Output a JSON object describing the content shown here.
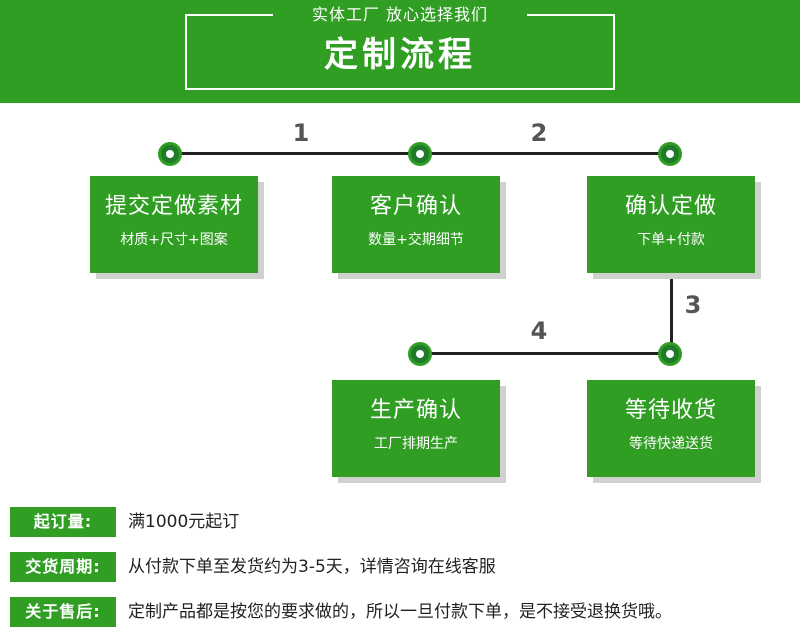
{
  "header": {
    "subtitle": "实体工厂  放心选择我们",
    "title": "定制流程"
  },
  "step_numbers": [
    "1",
    "2",
    "3",
    "4"
  ],
  "steps": [
    {
      "title": "提交定做素材",
      "sub": "材质+尺寸+图案"
    },
    {
      "title": "客户确认",
      "sub": "数量+交期细节"
    },
    {
      "title": "确认定做",
      "sub": "下单+付款"
    },
    {
      "title": "生产确认",
      "sub": "工厂排期生产"
    },
    {
      "title": "等待收货",
      "sub": "等待快递送货"
    }
  ],
  "info": [
    {
      "label": "起订量:",
      "text": "满1000元起订"
    },
    {
      "label": "交货周期:",
      "text": "从付款下单至发货约为3-5天，详情咨询在线客服"
    },
    {
      "label": "关于售后:",
      "text": "定制产品都是按您的要求做的，所以一旦付款下单，是不接受退换货哦。"
    }
  ],
  "colors": {
    "brand_green": "#2f9e23",
    "node_dark": "#1f7a2a",
    "line": "#222222"
  }
}
